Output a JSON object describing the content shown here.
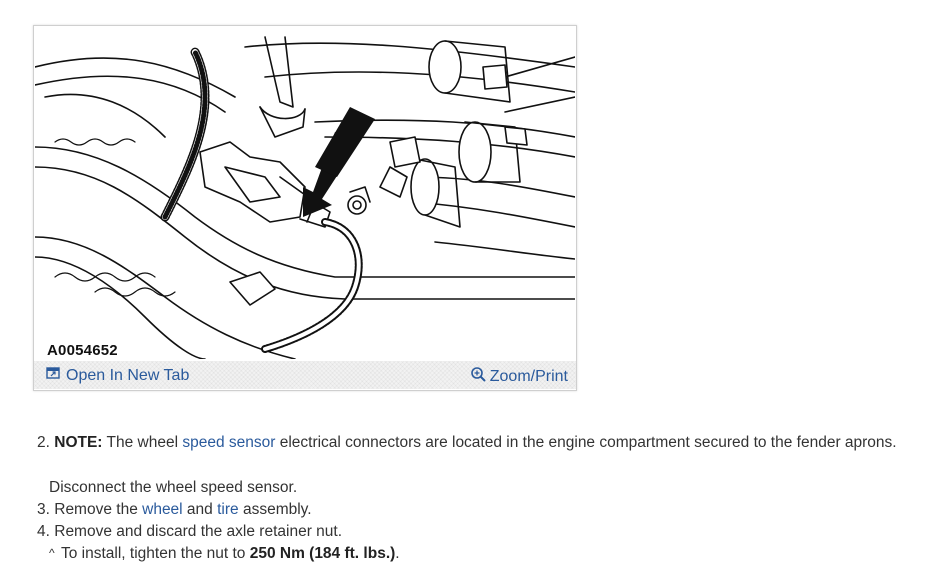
{
  "figure": {
    "id": "A0054652",
    "open_tab_label": "Open In New Tab",
    "zoom_label": "Zoom/Print"
  },
  "steps": [
    {
      "number": "2.",
      "note_label": "NOTE:",
      "text_before": " The wheel ",
      "link": "speed sensor",
      "text_after": " electrical connectors are located in the engine compartment secured to the fender aprons."
    },
    {
      "continuation": "Disconnect the wheel speed sensor."
    },
    {
      "number": "3.",
      "text_before": " Remove the ",
      "link1": "wheel",
      "text_mid": " and ",
      "link2": "tire",
      "text_after": " assembly."
    },
    {
      "number": "4.",
      "text": " Remove and discard the axle retainer nut."
    },
    {
      "bullet": "^",
      "text_before": "To install, tighten the nut to ",
      "torque": "250 Nm (184 ft. lbs.)",
      "text_after": "."
    }
  ],
  "colors": {
    "link": "#2a5a9c",
    "text": "#333333"
  }
}
